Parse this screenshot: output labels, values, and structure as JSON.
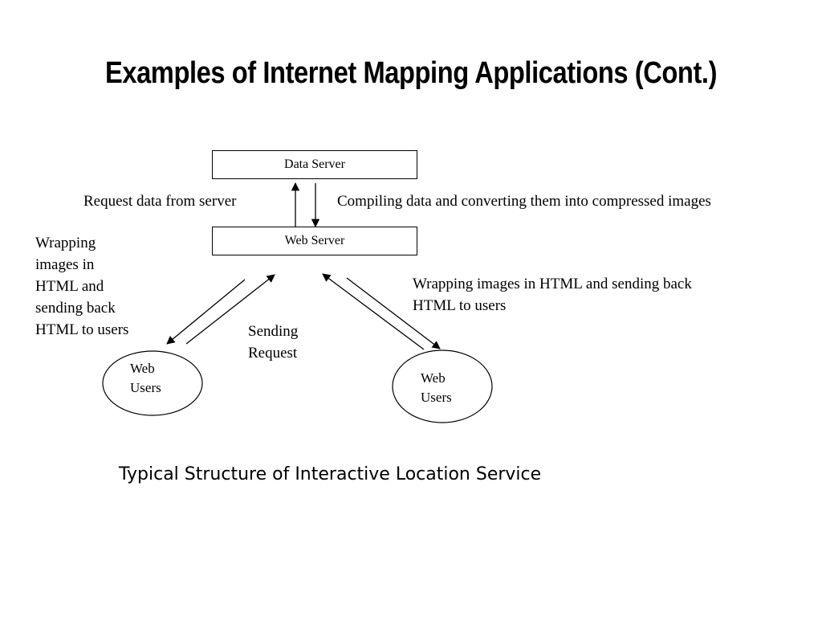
{
  "slide": {
    "title": "Examples of Internet Mapping Applications (Cont.)",
    "caption": "Typical Structure of Interactive Location Service"
  },
  "diagram": {
    "data_server": "Data Server",
    "web_server": "Web Server",
    "request_data_label": "Request data from server",
    "compiling_label": "Compiling data and converting them into compressed images",
    "left_wrapping_label": [
      "Wrapping",
      "images in",
      "HTML and",
      "sending back",
      "HTML to users"
    ],
    "right_wrapping_label": [
      "Wrapping images in HTML and sending back",
      "HTML to users"
    ],
    "sending_request_label": [
      "Sending",
      "Request"
    ],
    "left_user": [
      "Web",
      "Users"
    ],
    "right_user": [
      "Web",
      "Users"
    ]
  }
}
